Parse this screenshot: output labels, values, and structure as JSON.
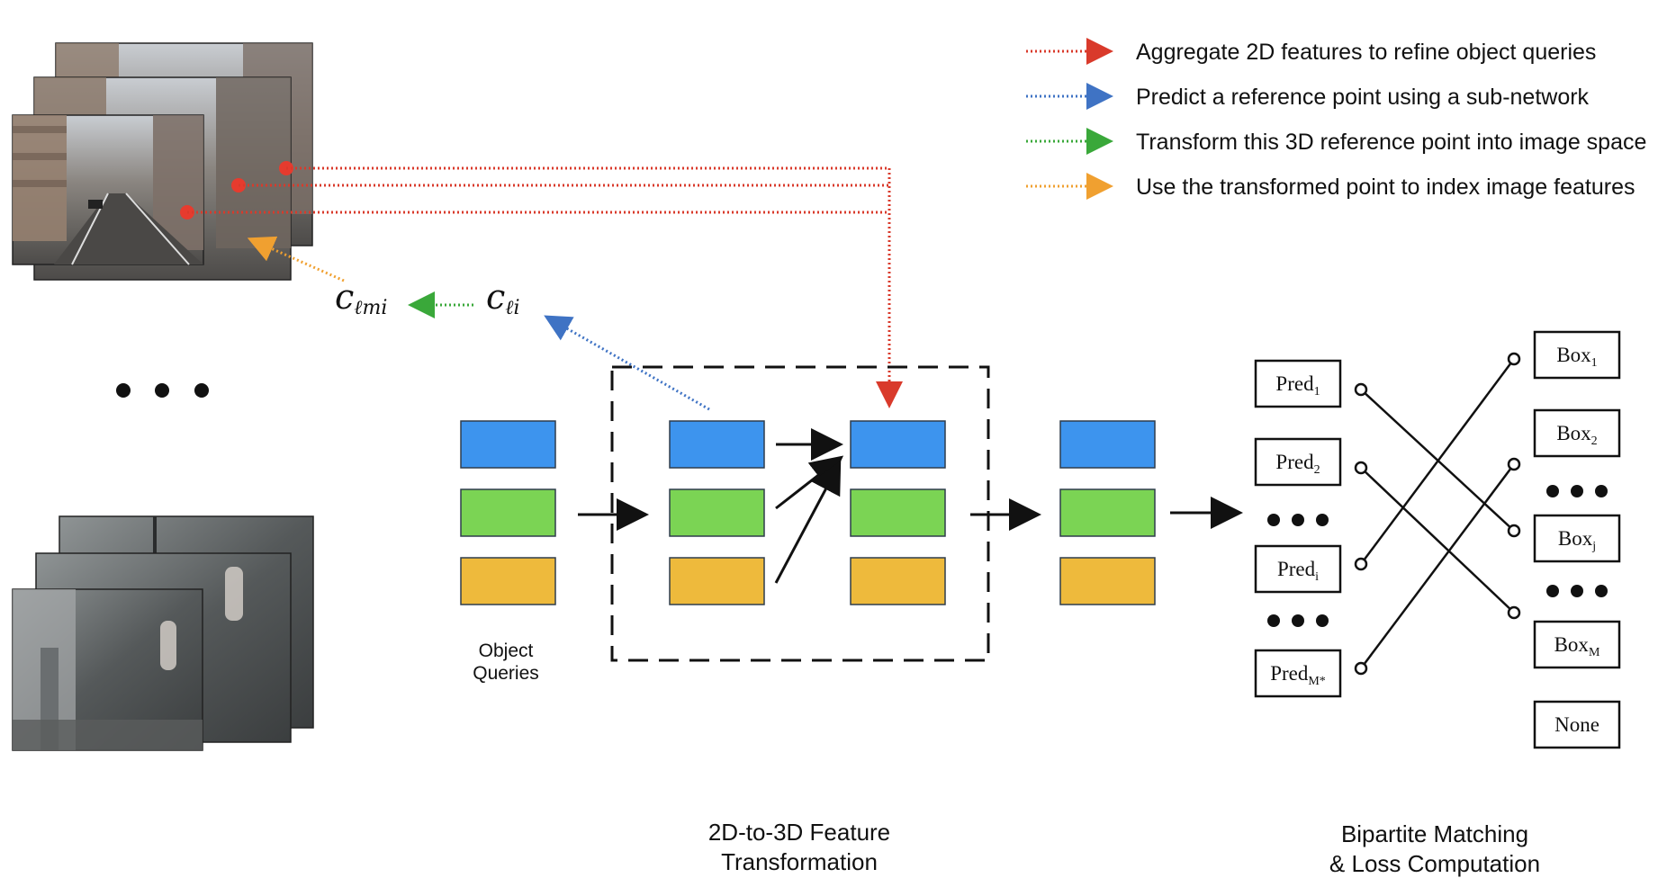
{
  "legend": [
    {
      "text": "Aggregate 2D features to refine object queries",
      "color": "#d93a2b"
    },
    {
      "text": "Predict a reference point using a sub-network",
      "color": "#3f73c4"
    },
    {
      "text": "Transform this 3D reference point into image space",
      "color": "#3aa83a"
    },
    {
      "text": "Use the transformed point to index image features",
      "color": "#f0a030"
    }
  ],
  "math": {
    "c_lmi": "c",
    "c_lmi_sub": "ℓmi",
    "c_li": "c",
    "c_li_sub": "ℓi"
  },
  "object_queries": {
    "line1": "Object",
    "line2": "Queries"
  },
  "captions": {
    "feature_line1": "2D-to-3D Feature",
    "feature_line2": "Transformation",
    "matching_line1": "Bipartite Matching",
    "matching_line2": "& Loss Computation"
  },
  "preds": [
    {
      "base": "Pred",
      "sub": "1"
    },
    {
      "base": "Pred",
      "sub": "2"
    },
    {
      "base": "Pred",
      "sub": "i"
    },
    {
      "base": "Pred",
      "sub": "M*"
    }
  ],
  "boxes": [
    {
      "base": "Box",
      "sub": "1"
    },
    {
      "base": "Box",
      "sub": "2"
    },
    {
      "base": "Box",
      "sub": "j"
    },
    {
      "base": "Box",
      "sub": "M"
    },
    {
      "base": "None",
      "sub": ""
    }
  ],
  "colors": {
    "query_blue": "#3d94ee",
    "query_green": "#7bd454",
    "query_yellow": "#eeba3c",
    "red": "#d93a2b",
    "blue": "#3f73c4",
    "green": "#3aa83a",
    "orange": "#f0a030"
  }
}
